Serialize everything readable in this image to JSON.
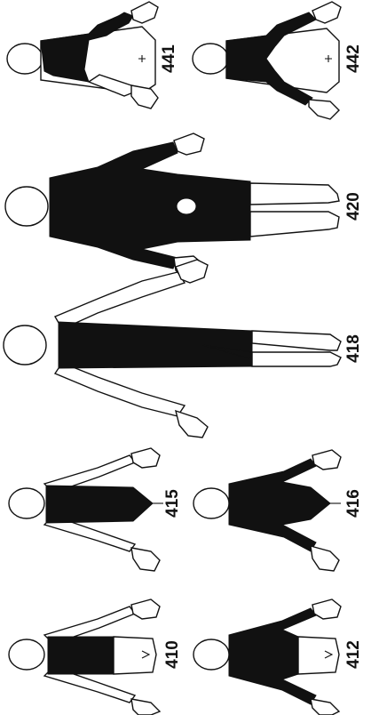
{
  "figures": [
    {
      "id": "f441",
      "label": "441"
    },
    {
      "id": "f442",
      "label": "442"
    },
    {
      "id": "f420",
      "label": "420"
    },
    {
      "id": "f418",
      "label": "418"
    },
    {
      "id": "f415",
      "label": "415"
    },
    {
      "id": "f416",
      "label": "416"
    },
    {
      "id": "f410",
      "label": "410"
    },
    {
      "id": "f412",
      "label": "412"
    }
  ],
  "colors": {
    "fill": "#111111",
    "outline": "#111111",
    "background": "#ffffff"
  }
}
